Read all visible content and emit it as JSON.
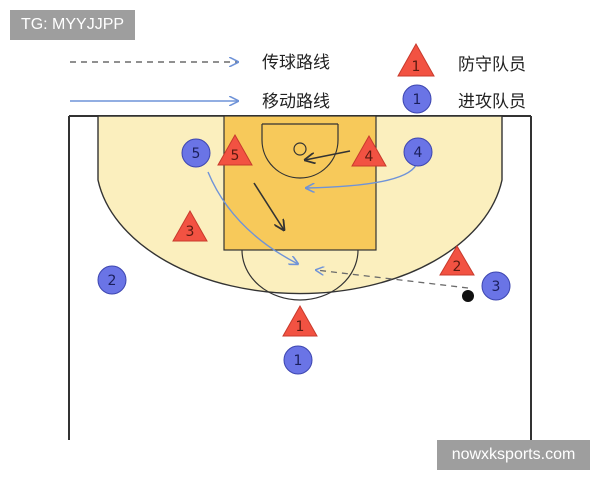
{
  "watermarks": {
    "top_left": "TG: MYYJJPP",
    "bottom_right": "nowxksports.com"
  },
  "legend": {
    "pass_label": "传球路线",
    "move_label": "移动路线",
    "defender_label": "防守队员",
    "defender_sample": "1",
    "attacker_label": "进攻队员",
    "attacker_sample": "1"
  },
  "attackers": [
    {
      "id": "attacker-1",
      "number": "1"
    },
    {
      "id": "attacker-2",
      "number": "2"
    },
    {
      "id": "attacker-3",
      "number": "3"
    },
    {
      "id": "attacker-4",
      "number": "4"
    },
    {
      "id": "attacker-5",
      "number": "5"
    }
  ],
  "defenders": [
    {
      "id": "defender-1",
      "number": "1"
    },
    {
      "id": "defender-2",
      "number": "2"
    },
    {
      "id": "defender-3",
      "number": "3"
    },
    {
      "id": "defender-4",
      "number": "4"
    },
    {
      "id": "defender-5",
      "number": "5"
    }
  ],
  "colors": {
    "court_paint": "#f7c95a",
    "court_floor": "#fbefbe",
    "attacker_fill": "#6a74e6",
    "defender_fill": "#f25242",
    "move_line": "#6f93d8",
    "pass_line": "#6b6b6b",
    "court_line": "#333333"
  }
}
